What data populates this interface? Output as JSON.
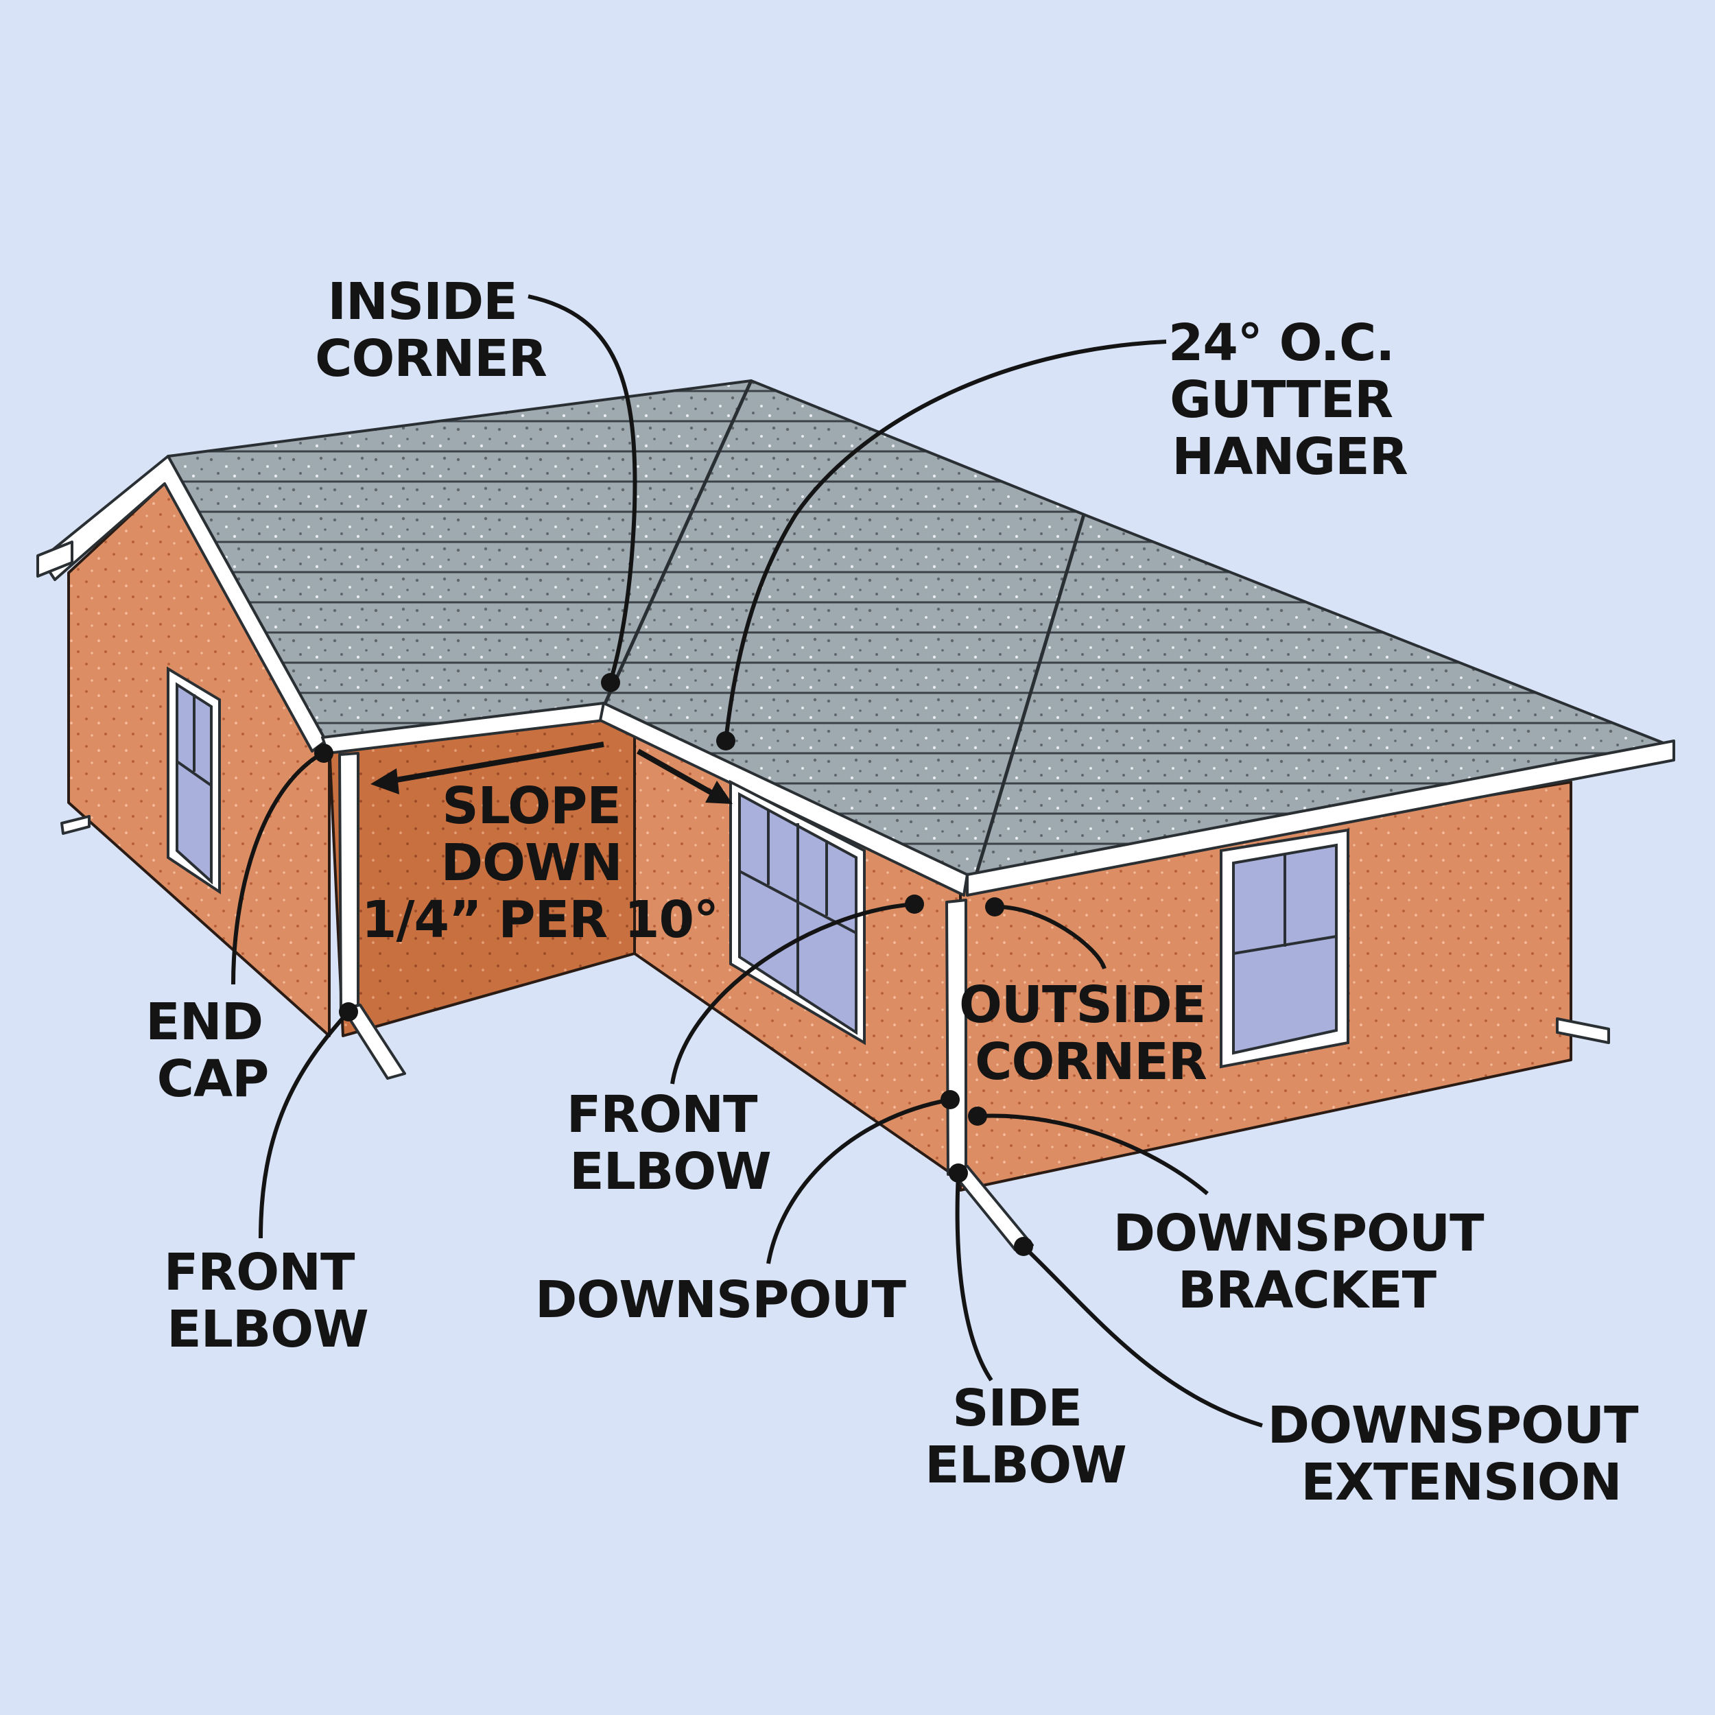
{
  "labels": {
    "inside_corner": [
      "INSIDE",
      "CORNER"
    ],
    "gutter_hanger": [
      "24° O.C.",
      "GUTTER",
      "HANGER"
    ],
    "slope": [
      "SLOPE",
      "DOWN",
      "1/4” PER 10°"
    ],
    "end_cap": [
      "END",
      "CAP"
    ],
    "front_elbow_left": [
      "FRONT",
      "ELBOW"
    ],
    "front_elbow_mid": [
      "FRONT",
      "ELBOW"
    ],
    "outside_corner": [
      "OUTSIDE",
      "CORNER"
    ],
    "downspout": [
      "DOWNSPOUT"
    ],
    "downspout_bracket": [
      "DOWNSPOUT",
      "BRACKET"
    ],
    "side_elbow": [
      "SIDE",
      "ELBOW"
    ],
    "downspout_extension": [
      "DOWNSPOUT",
      "EXTENSION"
    ]
  },
  "colors": {
    "background": "#d8e3f7",
    "roof": "#9aa7ad",
    "wall": "#d98a60",
    "wall_shadow": "#c66f45",
    "trim": "#ffffff",
    "window_glass": "#aab0dc",
    "ink": "#141414"
  }
}
